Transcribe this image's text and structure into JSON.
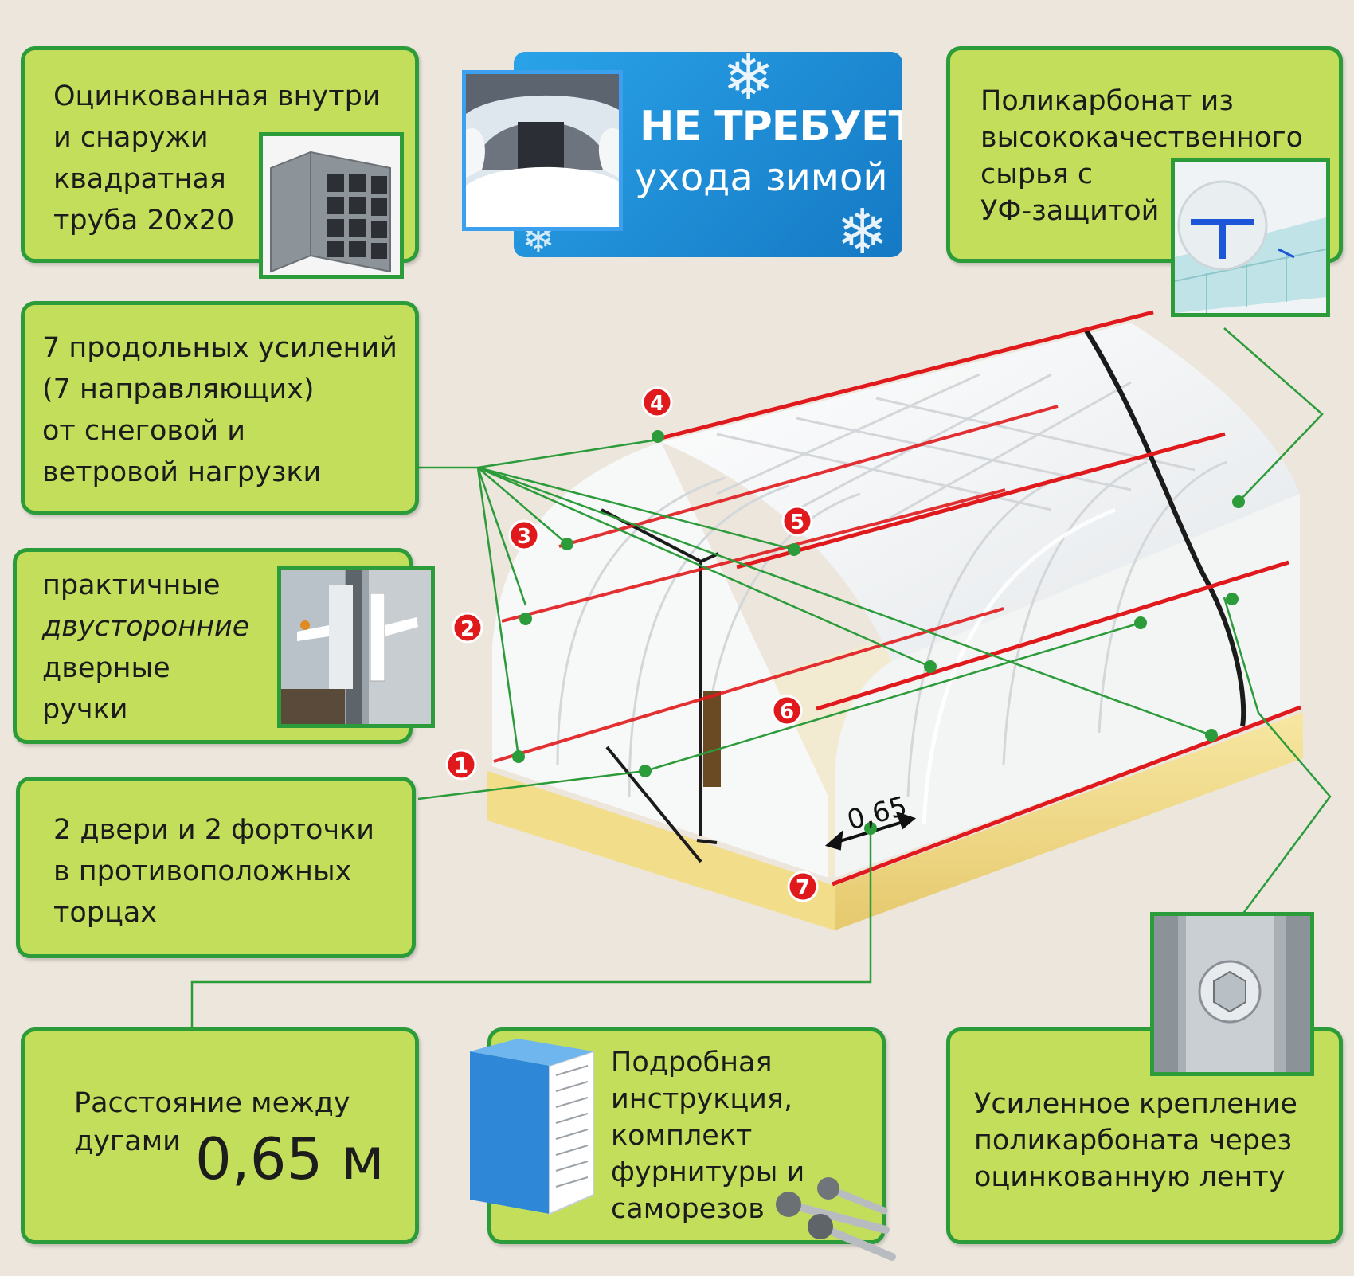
{
  "cards": {
    "pipe": {
      "lines": [
        "Оцинкованная внутри",
        "и снаружи",
        "квадратная",
        "труба 20х20"
      ]
    },
    "reinforcements": {
      "lines": [
        "7 продольных усилений",
        "(7 направляющих)",
        "от снеговой и",
        "ветровой нагрузки"
      ]
    },
    "handles": {
      "line1": "практичные",
      "line2": "двусторонние",
      "line3": "дверные",
      "line4": "ручки"
    },
    "doors": {
      "lines": [
        "2 двери и 2 форточки",
        "в противоположных",
        "торцах"
      ]
    },
    "spacing": {
      "line1": "Расстояние между",
      "line2": "дугами",
      "value": "0,65 м"
    },
    "instructions": {
      "lines": [
        "Подробная",
        "инструкция,",
        "комплект",
        "фурнитуры и",
        "саморезов"
      ]
    },
    "polycarbonate": {
      "lines": [
        "Поликарбонат из",
        "высококачественного",
        "сырья с",
        "УФ-защитой"
      ]
    },
    "fastening": {
      "lines": [
        "Усиленное крепление",
        "поликарбоната через",
        "оцинкованную ленту"
      ]
    }
  },
  "winter_banner": {
    "line1": "НЕ ТРЕБУЕТ",
    "line2": "ухода зимой"
  },
  "diagram": {
    "markers": [
      "1",
      "2",
      "3",
      "4",
      "5",
      "6",
      "7"
    ],
    "dimension": "0,65"
  },
  "colors": {
    "card_fill": "#c3de5a",
    "card_border": "#2c9b3a",
    "leader": "#2c9b3a",
    "rail": "#e0191d",
    "banner": "#1f8fd6"
  }
}
